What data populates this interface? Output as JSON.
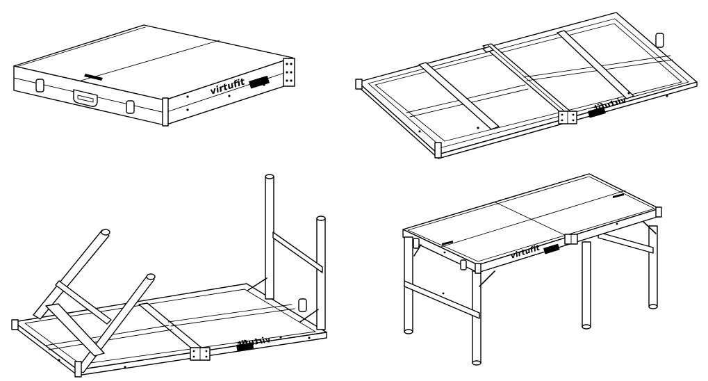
{
  "figure": {
    "steps": [
      {
        "id": "closed-case",
        "brand_text": "virtufit"
      },
      {
        "id": "opened-underside",
        "brand_text": "virtufit"
      },
      {
        "id": "legs-unfolding",
        "brand_text": "virtufit"
      },
      {
        "id": "standing-table",
        "brand_text": "virtufit"
      }
    ]
  }
}
